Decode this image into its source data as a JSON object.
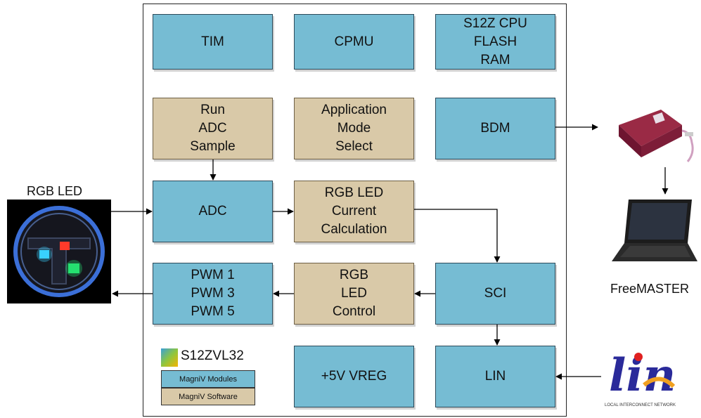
{
  "blocks": {
    "tim": "TIM",
    "cpmu": "CPMU",
    "cpu": "S12Z CPU\nFLASH\nRAM",
    "run_adc": "Run\nADC\nSample",
    "app_mode": "Application\nMode\nSelect",
    "bdm": "BDM",
    "adc": "ADC",
    "rgb_calc": "RGB LED\nCurrent\nCalculation",
    "pwm": "PWM 1\nPWM 3\nPWM 5",
    "rgb_ctrl": "RGB\nLED\nControl",
    "sci": "SCI",
    "vreg": "+5V VREG",
    "lin": "LIN"
  },
  "labels": {
    "rgb_led": "RGB LED",
    "freemaster": "FreeMASTER",
    "chip_name": "S12ZVL32"
  },
  "legend": {
    "modules": "MagniV Modules",
    "software": "MagniV Software"
  },
  "lin_logo": {
    "text": "lin",
    "caption": "LOCAL INTERCONNECT NETWORK"
  },
  "colors": {
    "hardware_block": "#76bcd3",
    "software_block": "#d9c9a8"
  }
}
